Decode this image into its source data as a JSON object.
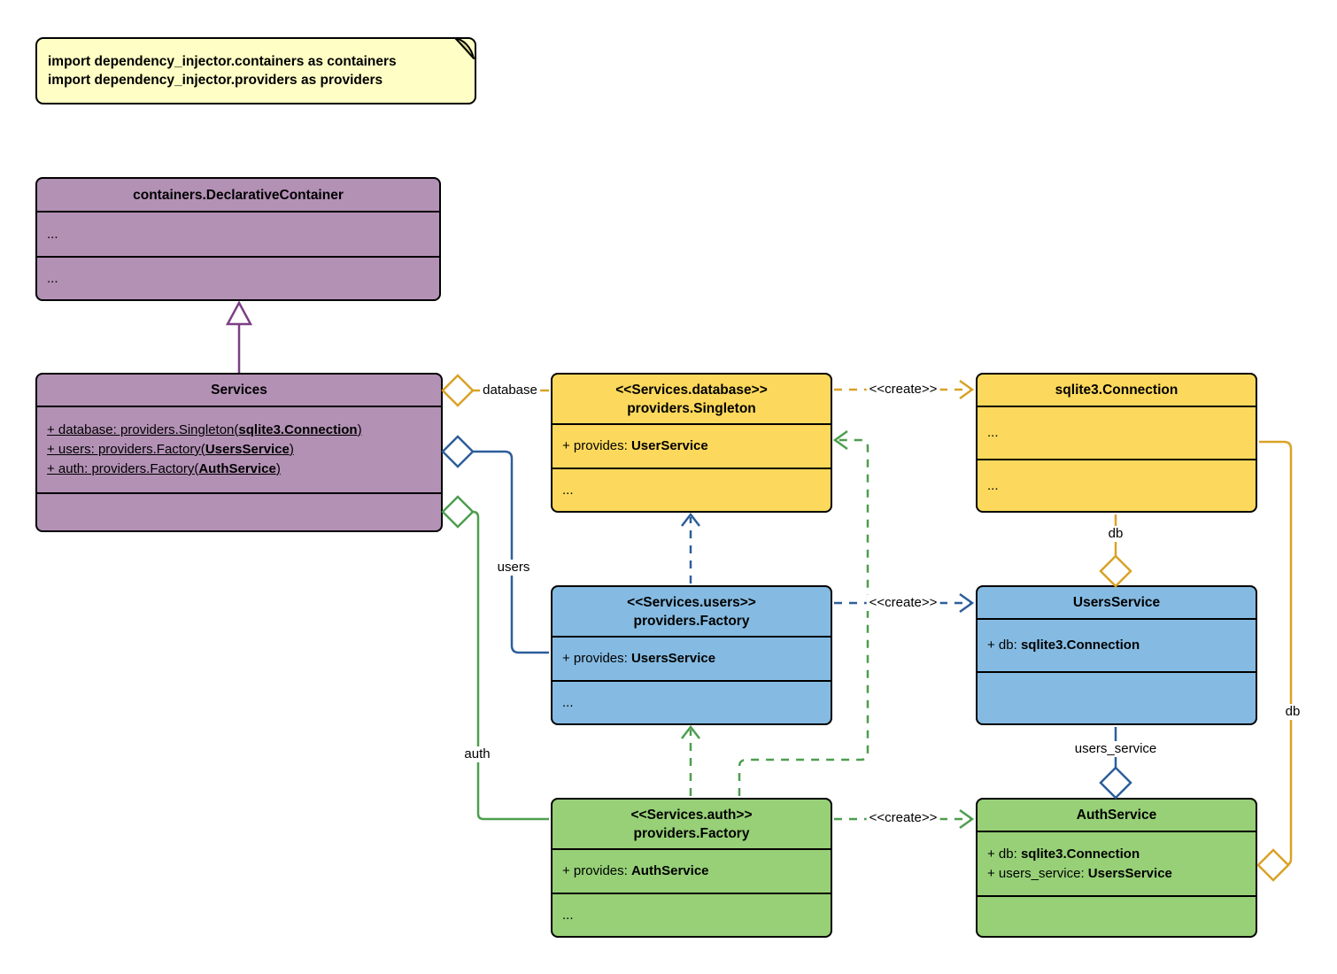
{
  "colors": {
    "purple_fill": "#B391B5",
    "purple_stroke": "#7C3F85",
    "yellow_fill": "#FCD95C",
    "yellow_stroke": "#D9A226",
    "blue_fill": "#85BBE2",
    "blue_stroke": "#2D5E9B",
    "green_fill": "#97D077",
    "green_stroke": "#4D9E4F",
    "note_fill": "#FEFEC5",
    "text": "#000000"
  },
  "note": {
    "line1": "import dependency_injector.containers as containers",
    "line2": "import dependency_injector.providers as providers"
  },
  "classes": {
    "declarative_container": {
      "title": "containers.DeclarativeContainer",
      "c1": "...",
      "c2": "..."
    },
    "services": {
      "title": "Services",
      "attrs": [
        {
          "pre": "+ database: providers.Singleton(",
          "bold": "sqlite3.Connection",
          "post": ")"
        },
        {
          "pre": "+ users: providers.Factory(",
          "bold": "UsersService",
          "post": ")"
        },
        {
          "pre": "+ auth: providers.Factory(",
          "bold": "AuthService",
          "post": ")"
        }
      ]
    },
    "database_singleton": {
      "stereotype": "<<Services.database>>",
      "name": "providers.Singleton",
      "provides_pre": "+ provides: ",
      "provides_bold": "UserService",
      "dots": "..."
    },
    "sqlite_connection": {
      "title": "sqlite3.Connection",
      "c1": "...",
      "c2": "..."
    },
    "users_factory": {
      "stereotype": "<<Services.users>>",
      "name": "providers.Factory",
      "provides_pre": "+ provides: ",
      "provides_bold": "UsersService",
      "dots": "..."
    },
    "users_service": {
      "title": "UsersService",
      "attr_pre": "+ db: ",
      "attr_bold": "sqlite3.Connection"
    },
    "auth_factory": {
      "stereotype": "<<Services.auth>>",
      "name": "providers.Factory",
      "provides_pre": "+ provides: ",
      "provides_bold": "AuthService",
      "dots": "..."
    },
    "auth_service": {
      "title": "AuthService",
      "attrs": [
        {
          "pre": "+ db: ",
          "bold": "sqlite3.Connection"
        },
        {
          "pre": "+ users_service: ",
          "bold": "UsersService"
        }
      ]
    }
  },
  "edges": {
    "database": "database",
    "users": "users",
    "auth": "auth",
    "db": "db",
    "users_service": "users_service",
    "db_right": "db",
    "create": "<<create>>"
  }
}
